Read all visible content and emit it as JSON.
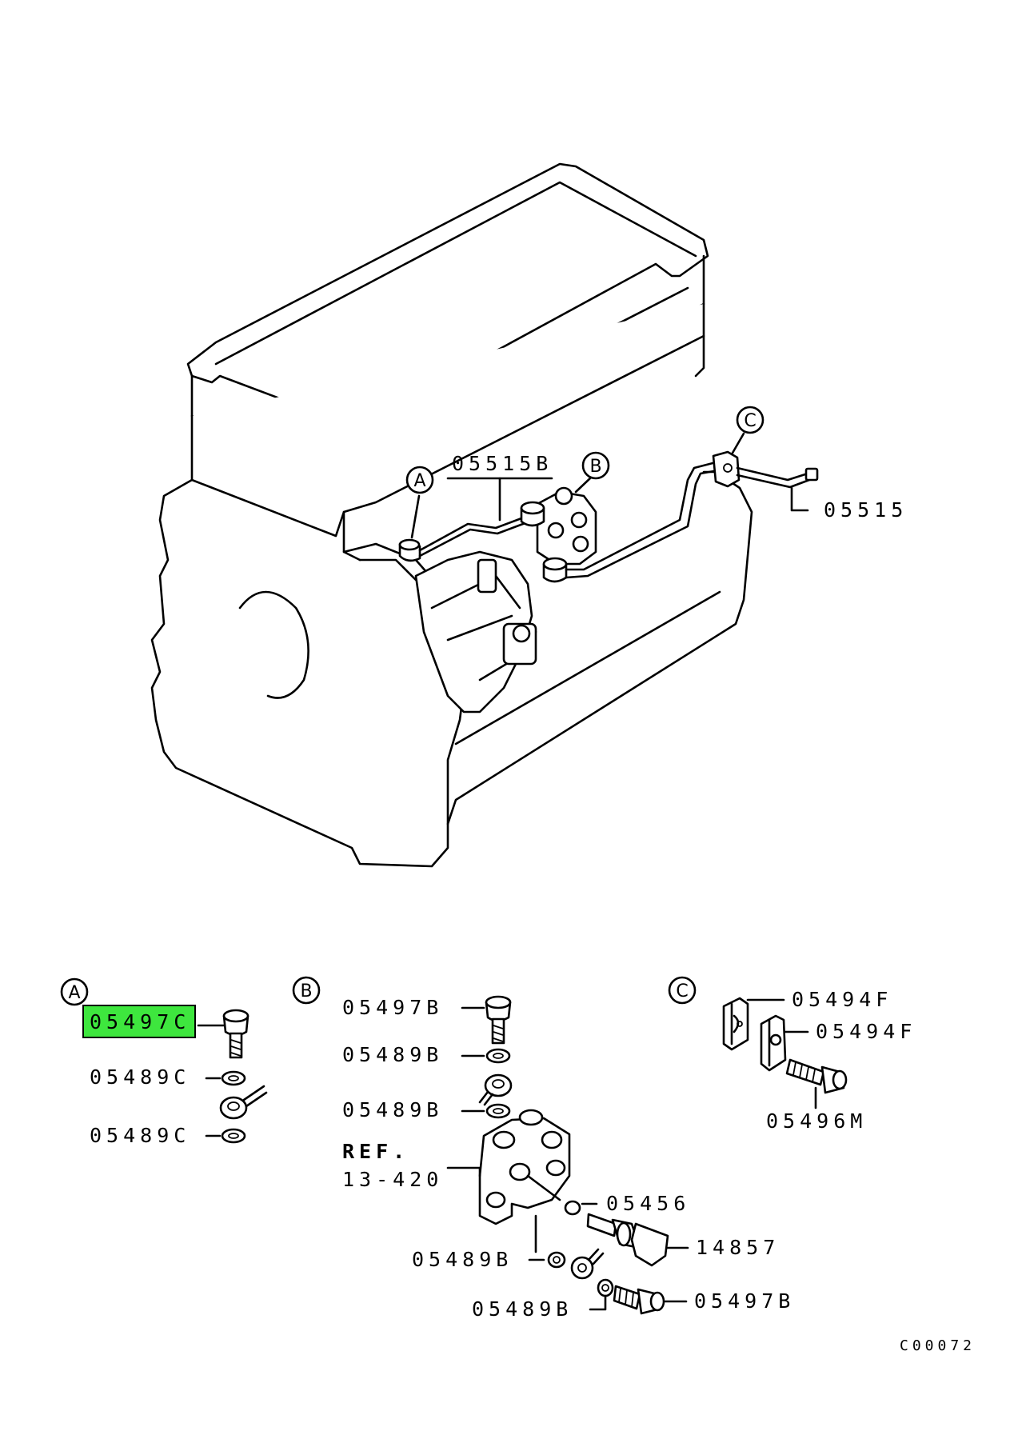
{
  "callouts": {
    "a": "A",
    "b": "B",
    "c": "C"
  },
  "main_view": {
    "pipe_b": "05515B",
    "pipe": "05515"
  },
  "detail_a": {
    "bolt": "05497C",
    "washer_top": "05489C",
    "washer_bottom": "05489C",
    "highlight_color": "#3ee63e"
  },
  "detail_b": {
    "bolt_top": "05497B",
    "washer_1": "05489B",
    "washer_2": "05489B",
    "ref_label": "REF.",
    "ref_number": "13-420",
    "oring": "05456",
    "sensor": "14857",
    "washer_3": "05489B",
    "washer_4": "05489B",
    "bolt_bottom": "05497B"
  },
  "detail_c": {
    "clamp_1": "05494F",
    "clamp_2": "05494F",
    "bolt": "05496M"
  },
  "figure_code": "C00072"
}
